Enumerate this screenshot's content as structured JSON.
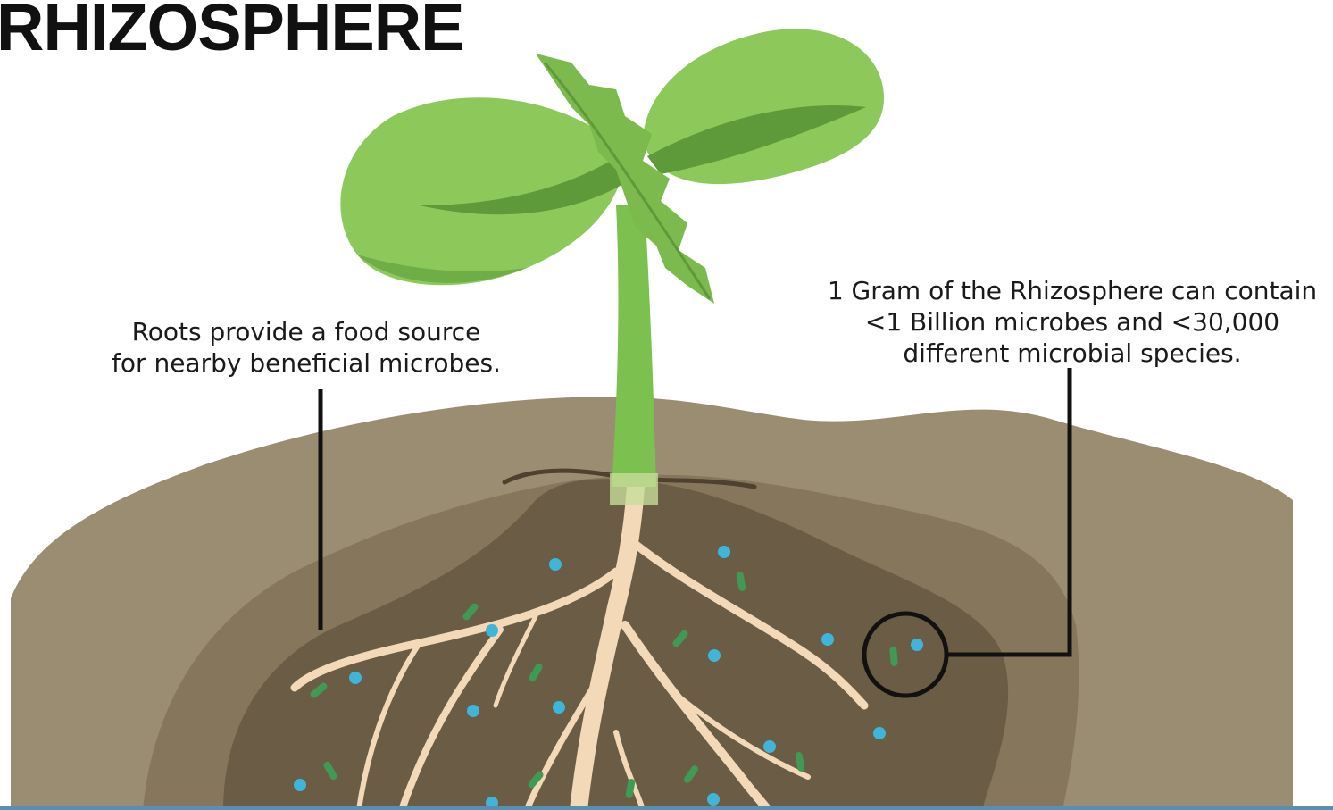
{
  "title": "RHIZOSPHERE",
  "callouts": {
    "left": {
      "line1": "Roots provide a food source",
      "line2": "for nearby beneficial microbes."
    },
    "right": {
      "line1": "1 Gram of the Rhizosphere can contain",
      "line2": "<1 Billion microbes and <30,000",
      "line3": "different microbial species."
    }
  },
  "colors": {
    "soil_outer": "#9a8d72",
    "soil_middle": "#86775c",
    "soil_inner": "#6b5c45",
    "root": "#f3d9b8",
    "stem": "#7cc04f",
    "leaf": "#8cc85a",
    "leaf_dark": "#5f9a3a",
    "microbe_round": "#3fb5d9",
    "microbe_rod": "#3f9a55",
    "leader_line": "#111111"
  },
  "icons": {
    "plant": "seedling-icon",
    "microbe_round": "coccus-microbe-icon",
    "microbe_rod": "bacillus-microbe-icon",
    "magnifier": "highlight-circle-icon"
  }
}
